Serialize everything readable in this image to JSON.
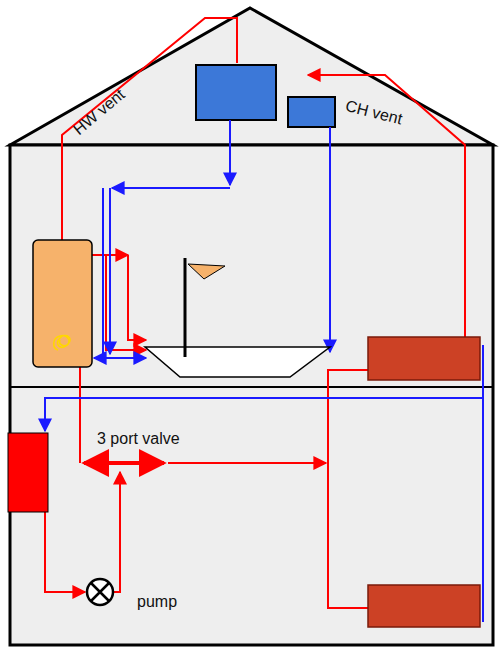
{
  "diagram": {
    "labels": [
      "HW vent",
      "CH vent",
      "3 port valve",
      "pump"
    ]
  }
}
